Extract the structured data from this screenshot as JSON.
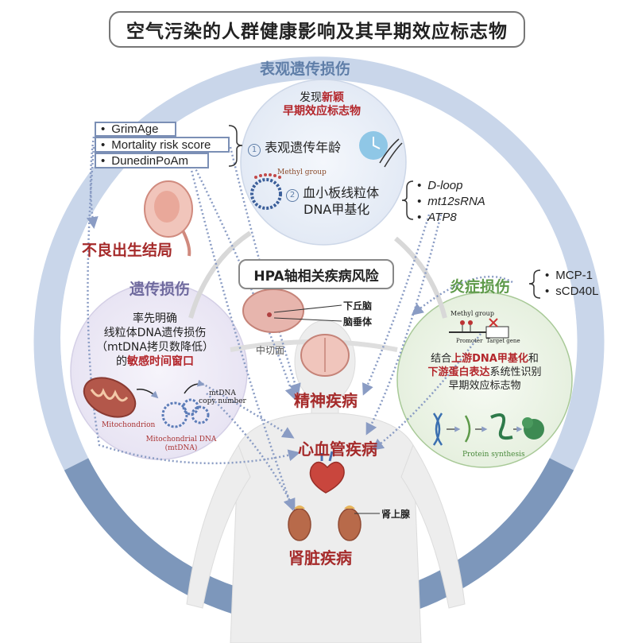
{
  "title": "空气污染的人群健康影响及其早期效应标志物",
  "epigenetic": {
    "heading": "表观遗传损伤",
    "discover_prefix": "发现",
    "discover_highlight": "新颖",
    "discover_line2": "早期效应标志物",
    "item1_num": "1",
    "item1_label": "表观遗传年龄",
    "item2_num": "2",
    "item2_line1": "血小板线粒体",
    "item2_line2": "DNA甲基化",
    "methyl_group": "Methyl group",
    "clocks": [
      "GrimAge",
      "Mortality risk score",
      "DunedinPoAm"
    ],
    "genes": [
      "D-loop",
      "mt12sRNA",
      "ATP8"
    ]
  },
  "birth": {
    "label": "不良出生结局"
  },
  "genetic": {
    "heading": "遗传损伤",
    "line1": "率先明确",
    "line2": "线粒体DNA遗传损伤",
    "line3": "（mtDNA拷贝数降低）",
    "line4_prefix": "的",
    "line4_highlight": "敏感时间窗口",
    "mitochondrion": "Mitochondrion",
    "mtdna_line1": "Mitochondrial DNA",
    "mtdna_line2": "(mtDNA)",
    "copy_line1": "mtDNA",
    "copy_line2": "copy number"
  },
  "hpa": {
    "box": "HPA轴相关疾病风险",
    "hypothalamus": "下丘脑",
    "pituitary": "脑垂体",
    "midsagittal": "中切面"
  },
  "inflammation": {
    "heading": "炎症损伤",
    "markers": [
      "MCP-1",
      "sCD40L"
    ],
    "methyl_group": "Methyl group",
    "promoter": "Promoter",
    "target_gene": "Target gene",
    "desc_line1_prefix": "结合",
    "desc_line1_highlight": "上游DNA甲基化",
    "desc_line1_suffix": "和",
    "desc_line2_highlight": "下游蛋白表达",
    "desc_line2_suffix": "系统性识别",
    "desc_line3": "早期效应标志物",
    "protein_synthesis": "Protein synthesis"
  },
  "diseases": {
    "mental": "精神疾病",
    "cardio": "心血管疾病",
    "kidney": "肾脏疾病",
    "adrenal": "肾上腺"
  },
  "colors": {
    "outer_ring_light": "#c9d6ea",
    "outer_ring_dark": "#7d97bb",
    "accent_red": "#b3262b",
    "blue_text": "#5f7ea8",
    "green_text": "#5e9a4a",
    "purple_text": "#6f6a9e"
  }
}
